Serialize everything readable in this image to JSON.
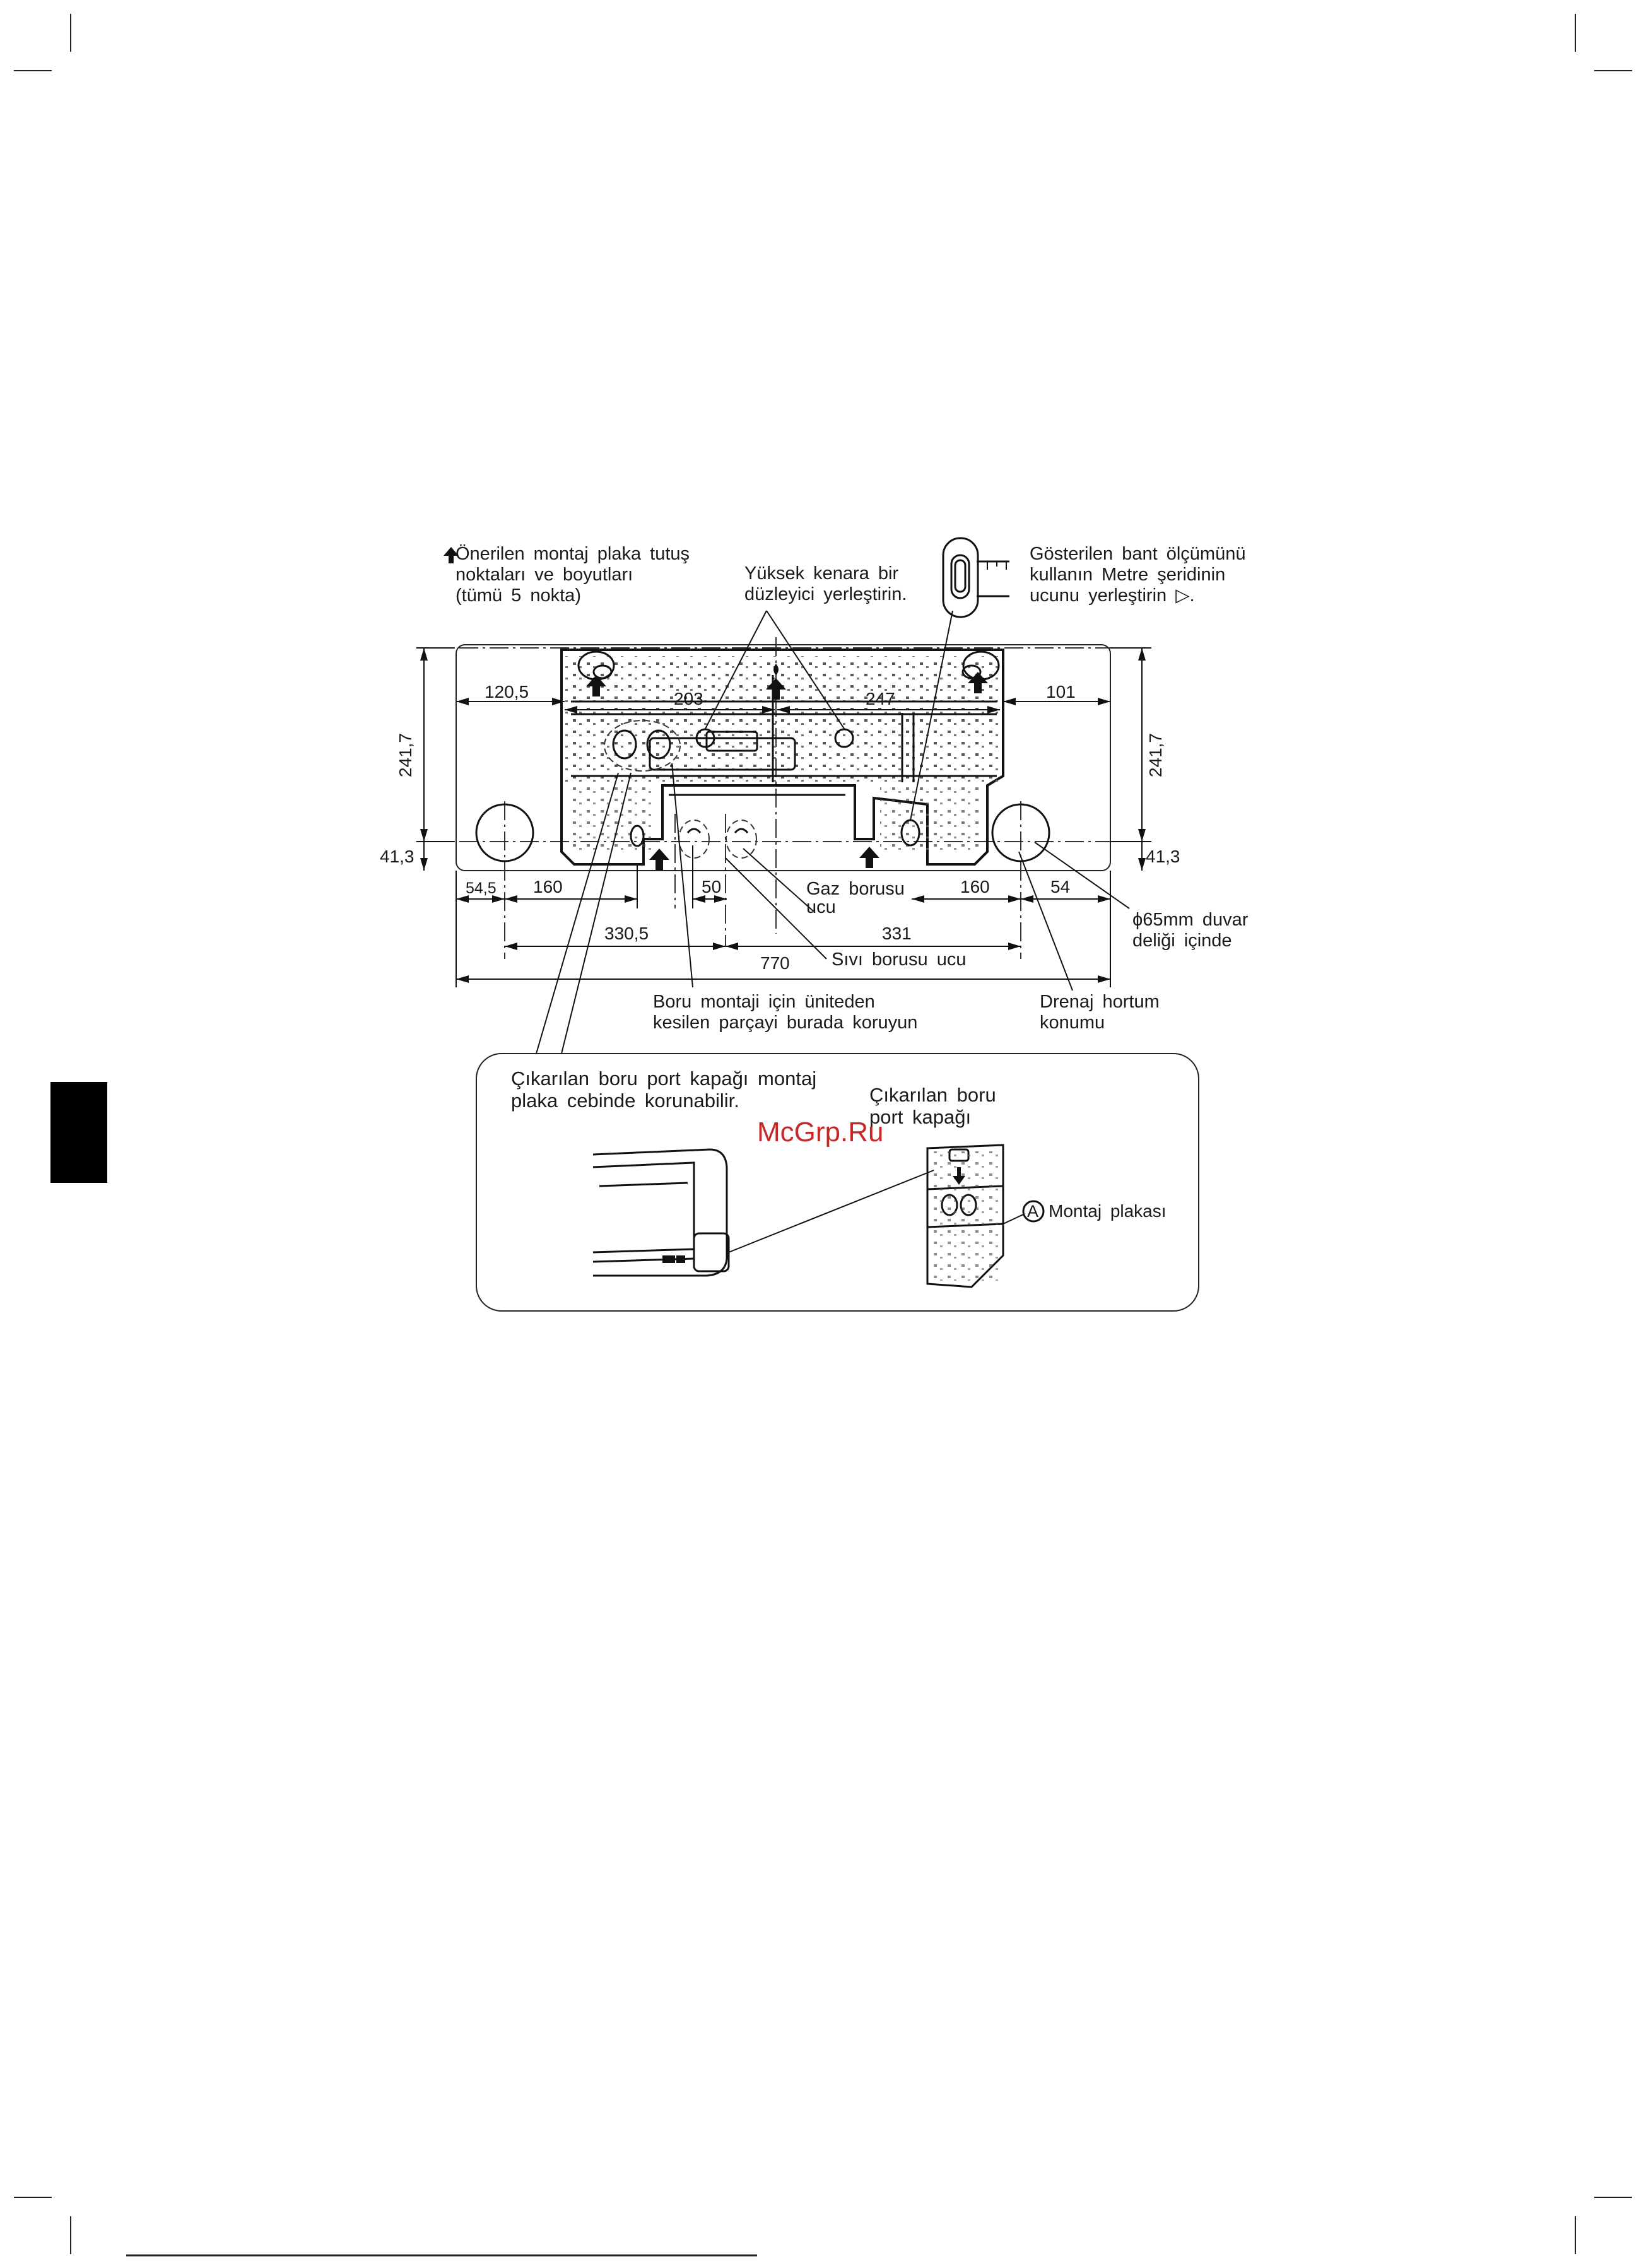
{
  "labels": {
    "recommended_points": [
      "Önerilen montaj plaka tutuş",
      "noktaları ve boyutları",
      "(tümü 5 nokta)"
    ],
    "leveler": [
      "Yüksek kenara bir",
      "düzleyici yerleştirin."
    ],
    "tape_measure": [
      "Gösterilen bant ölçümünü",
      "kullanın Metre şeridinin",
      "ucunu yerleştirin ▷."
    ],
    "gas_pipe": [
      "Gaz borusu",
      "ucu"
    ],
    "liquid_pipe": "Sıvı borusu ucu",
    "wall_hole": [
      "ϕ65mm duvar",
      "deliği içinde"
    ],
    "keep_part": [
      "Boru montaji için üniteden",
      "kesilen parçayi burada koruyun"
    ],
    "drain_hose": [
      "Drenaj hortum",
      "konumu"
    ]
  },
  "dimensions": {
    "d120_5": "120,5",
    "d203": "203",
    "d247": "247",
    "d101": "101",
    "d241_7_left": "241,7",
    "d241_7_right": "241,7",
    "d41_3_left": "41,3",
    "d41_3_right": "41,3",
    "d54_5": "54,5",
    "d160_left": "160",
    "d50": "50",
    "d160_right": "160",
    "d54": "54",
    "d330_5": "330,5",
    "d331": "331",
    "d770": "770"
  },
  "inset": {
    "note": [
      "Çıkarılan boru port kapağı montaj",
      "plaka cebinde korunabilir."
    ],
    "removed_cover": [
      "Çıkarılan boru",
      "port kapağı"
    ],
    "mount_plate_letter": "A",
    "mount_plate": "Montaj plakası"
  },
  "watermark": "McGrp.Ru"
}
